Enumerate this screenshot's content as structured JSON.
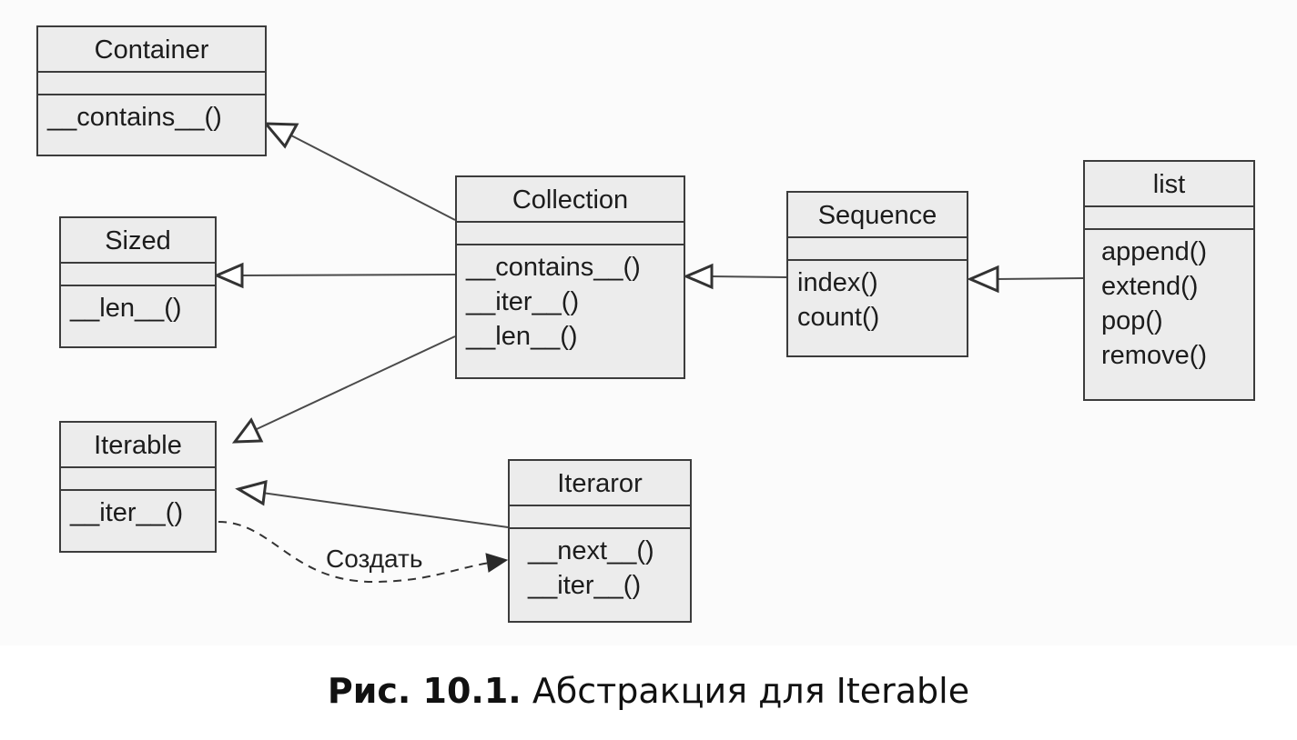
{
  "classes": {
    "container": {
      "name": "Container",
      "ops": [
        "__contains__()"
      ]
    },
    "sized": {
      "name": "Sized",
      "ops": [
        "__len__()"
      ]
    },
    "iterable": {
      "name": "Iterable",
      "ops": [
        "__iter__()"
      ]
    },
    "collection": {
      "name": "Collection",
      "ops": [
        "__contains__()",
        "__iter__()",
        "__len__()"
      ]
    },
    "sequence": {
      "name": "Sequence",
      "ops": [
        "index()",
        "count()"
      ]
    },
    "list": {
      "name": "list",
      "ops": [
        "append()",
        "extend()",
        "pop()",
        "remove()"
      ]
    },
    "iterator": {
      "name": "Iteraror",
      "ops": [
        "__next__()",
        "__iter__()"
      ]
    }
  },
  "edges": {
    "create_label": "Создать"
  },
  "caption": {
    "number": "Рис. 10.1.",
    "text": "Абстракция для Iterable"
  },
  "colors": {
    "box_fill": "#ececec",
    "line": "#3c3c3c",
    "text": "#1c1c1c",
    "background": "#fbfbfb"
  }
}
